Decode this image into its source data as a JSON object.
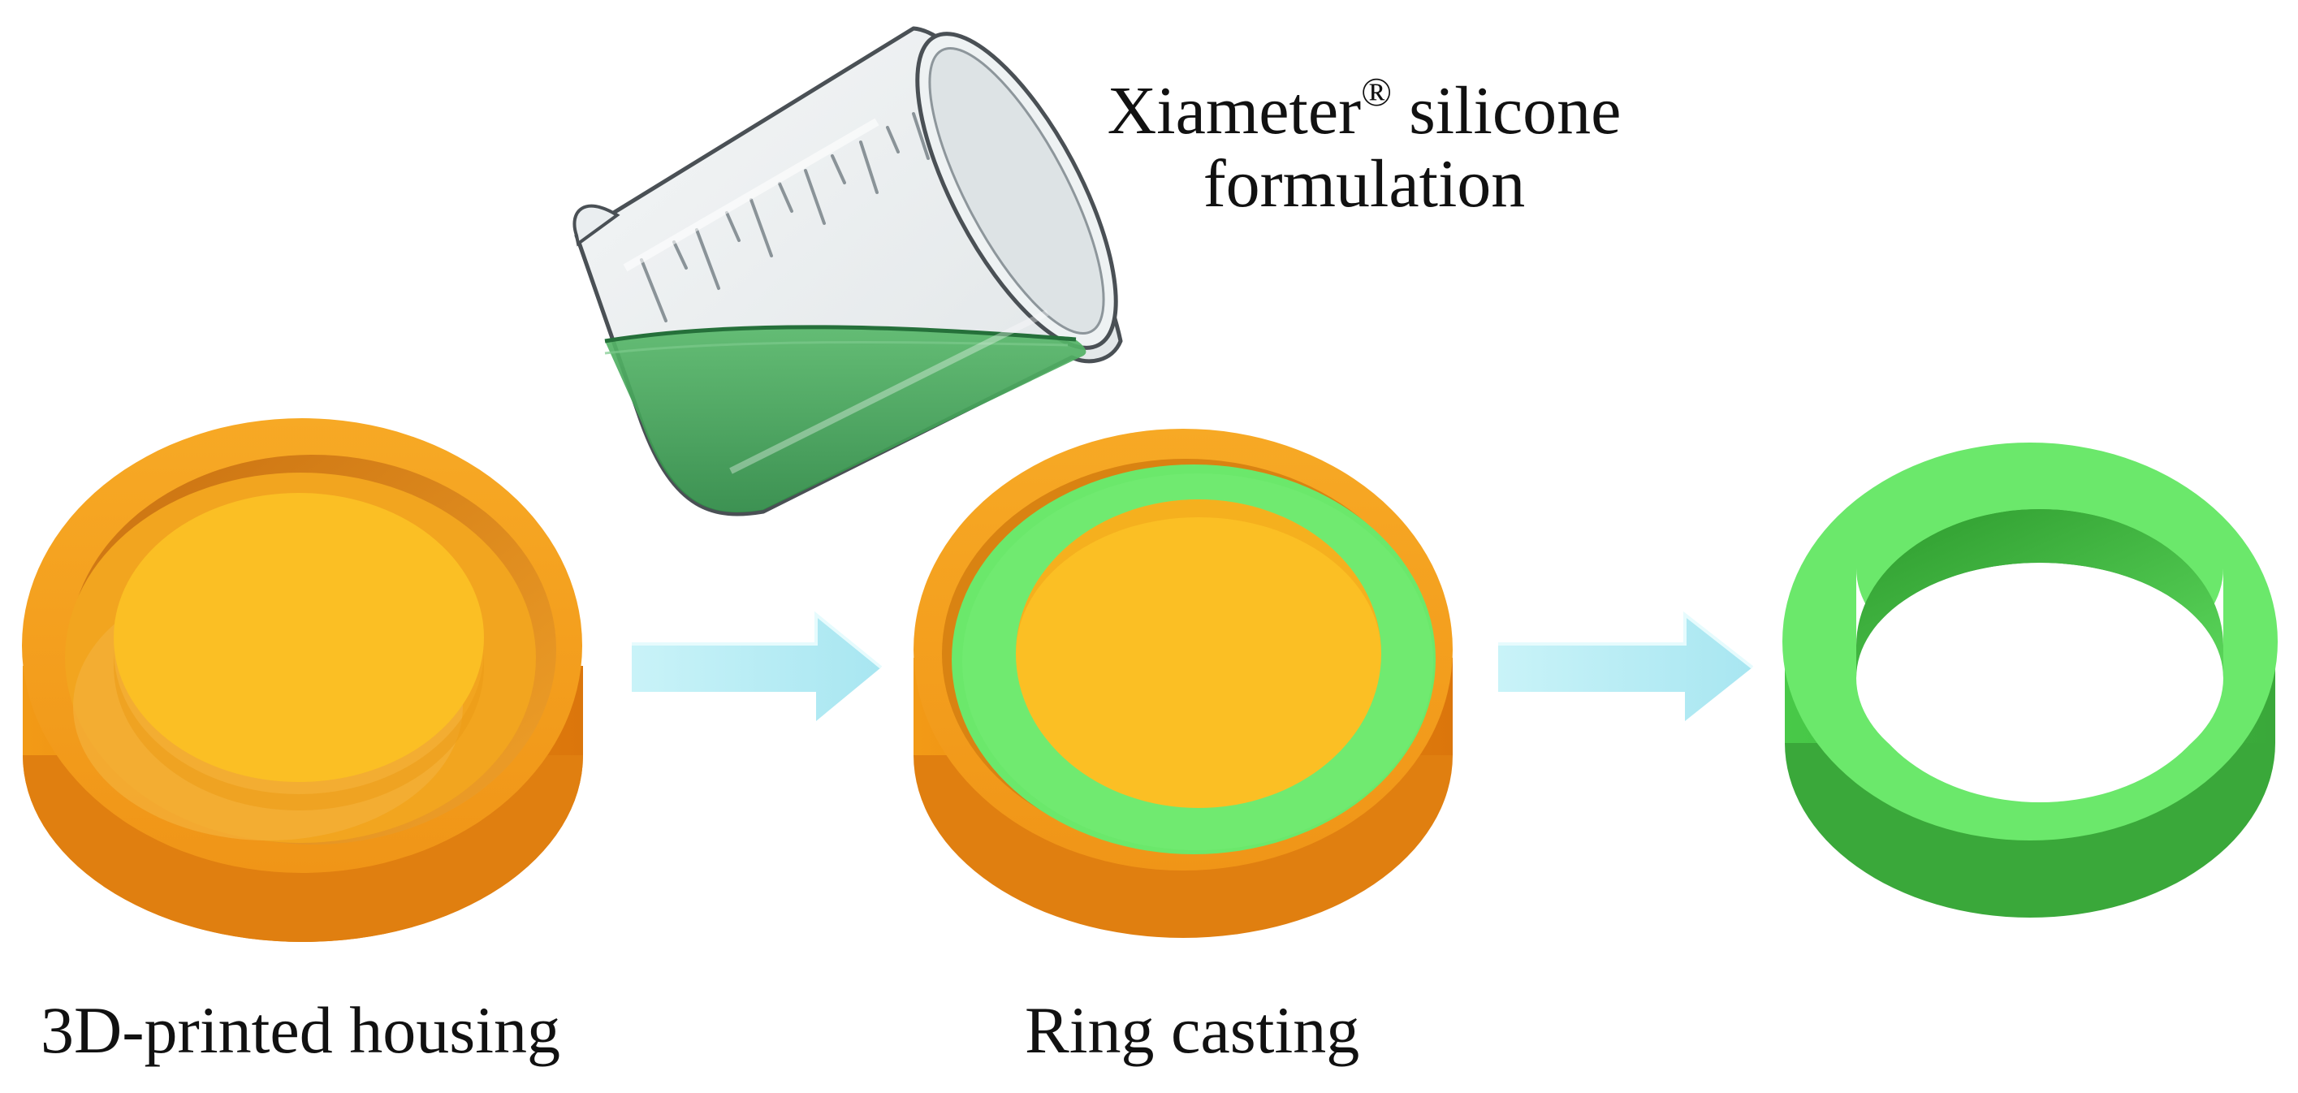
{
  "labels": {
    "housing": "3D-printed housing",
    "casting": "Ring casting",
    "silicone_line1_pre": "Xiameter",
    "silicone_mark": "®",
    "silicone_line1_post": " silicone",
    "silicone_line2": "formulation"
  },
  "colors": {
    "housing_orange": "#f5a11c",
    "housing_shadow": "#e07f10",
    "disc_yellow": "#fbbf24",
    "silicone_green": "#6be86b",
    "silicone_dark": "#3dbb3d",
    "arrow_cyan": "#bff0f6",
    "liquid_green": "#3c9a52"
  },
  "icons": {
    "beaker": "beaker-icon",
    "arrow": "right-arrow-icon"
  }
}
